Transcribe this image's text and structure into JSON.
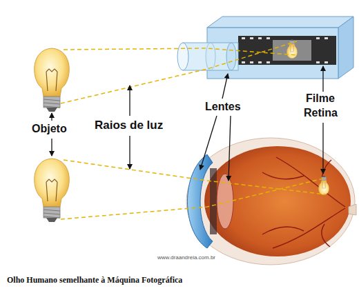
{
  "diagram": {
    "caption": "Olho Humano semelhante à Máquina Fotográfica",
    "labels": [
      "Objeto",
      "Raios de luz",
      "Lentes",
      "Filme",
      "Retina",
      "www.draandreia.com.br"
    ]
  }
}
